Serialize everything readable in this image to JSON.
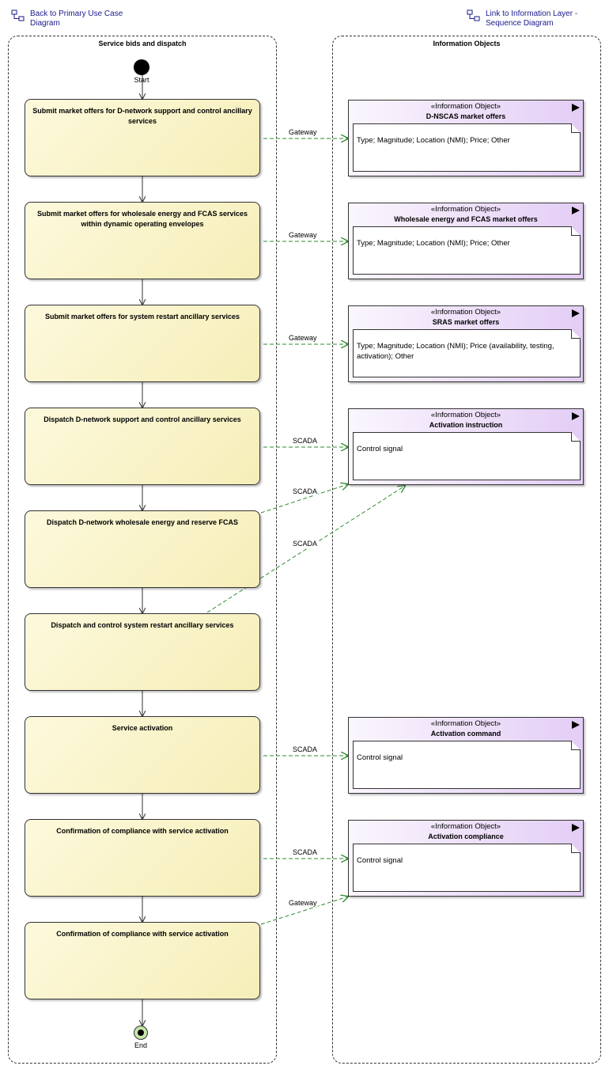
{
  "links": {
    "back": "Back to Primary Use Case Diagram",
    "forward": "Link to Information Layer - Sequence Diagram"
  },
  "lanes": {
    "left": "Service bids and dispatch",
    "right": "Information Objects"
  },
  "nodes": {
    "start": "Start",
    "end": "End"
  },
  "actions": [
    "Submit market offers for D-network support and control ancillary services",
    "Submit market offers for wholesale energy and FCAS services within dynamic operating envelopes",
    "Submit market offers for system restart ancillary services",
    "Dispatch D-network support and control ancillary services",
    "Dispatch D-network wholesale energy and reserve FCAS",
    "Dispatch and control system restart ancillary services",
    "Service activation",
    "Confirmation of compliance with service activation",
    "Confirmation of compliance with service activation"
  ],
  "stereotype": "«Information Object»",
  "info_objects": [
    {
      "name": "D-NSCAS market offers",
      "attrs": "Type; Magnitude; Location (NMI); Price; Other"
    },
    {
      "name": "Wholesale energy and FCAS market offers",
      "attrs": "Type; Magnitude; Location (NMI); Price; Other"
    },
    {
      "name": "SRAS market offers",
      "attrs": "Type; Magnitude; Location (NMI); Price (availability, testing, activation); Other"
    },
    {
      "name": "Activation instruction",
      "attrs": "Control signal"
    },
    {
      "name": "Activation command",
      "attrs": "Control signal"
    },
    {
      "name": "Activation compliance",
      "attrs": "Control signal"
    }
  ],
  "flows": [
    "Gateway",
    "Gateway",
    "Gateway",
    "SCADA",
    "SCADA",
    "SCADA",
    "SCADA",
    "SCADA",
    "Gateway"
  ],
  "colors": {
    "flow": "#2e8b2e",
    "action_fill": "#f6eeb8",
    "info_fill": "#e3cdf5"
  }
}
